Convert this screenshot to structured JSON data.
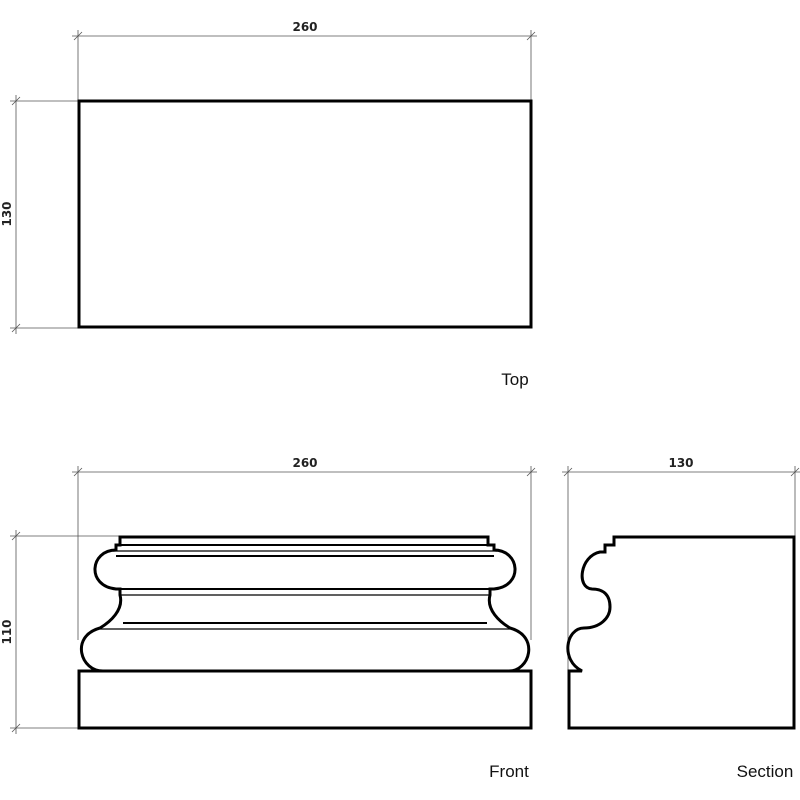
{
  "views": {
    "top": {
      "label": "Top",
      "width_dim": "260",
      "height_dim": "130"
    },
    "front": {
      "label": "Front",
      "width_dim": "260",
      "height_dim": "110"
    },
    "section": {
      "label": "Section",
      "width_dim": "130"
    }
  }
}
